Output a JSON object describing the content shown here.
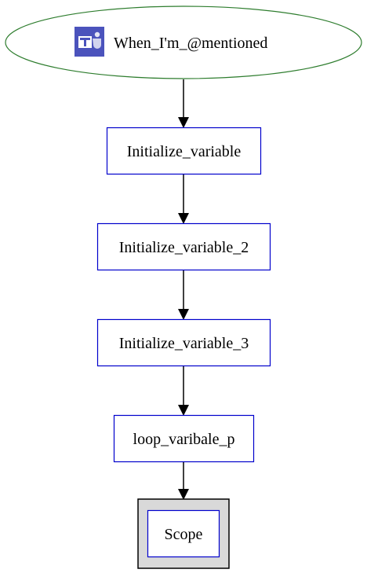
{
  "nodes": [
    {
      "id": "trigger",
      "label": "When_I'm_@mentioned",
      "icon": "teams-icon"
    },
    {
      "id": "init1",
      "label": "Initialize_variable"
    },
    {
      "id": "init2",
      "label": "Initialize_variable_2"
    },
    {
      "id": "init3",
      "label": "Initialize_variable_3"
    },
    {
      "id": "loop",
      "label": "loop_varibale_p"
    },
    {
      "id": "scope",
      "label": "Scope"
    }
  ],
  "edges": [
    {
      "from": "trigger",
      "to": "init1"
    },
    {
      "from": "init1",
      "to": "init2"
    },
    {
      "from": "init2",
      "to": "init3"
    },
    {
      "from": "init3",
      "to": "loop"
    },
    {
      "from": "loop",
      "to": "scope"
    }
  ],
  "colors": {
    "trigger_border": "#2e7d2e",
    "action_border": "#0000cc",
    "scope_outer_border": "#000000",
    "scope_fill": "#d9d9d9",
    "teams_icon_bg": "#4b53bc",
    "edge": "#000000"
  }
}
